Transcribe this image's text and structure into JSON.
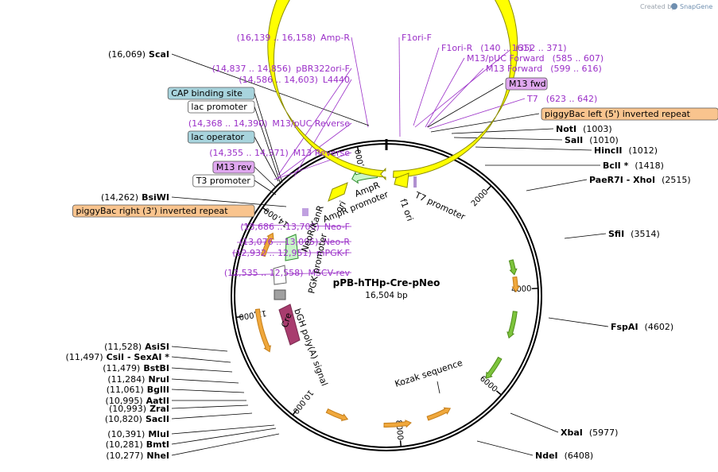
{
  "credit": {
    "text": "Created by",
    "brand": "SnapGene"
  },
  "plasmid": {
    "name": "pPB-hTHp-Cre-pNeo",
    "length_label": "16,504 bp"
  },
  "ticks": [
    {
      "label": "2000",
      "bp": 2000
    },
    {
      "label": "4000",
      "bp": 4000
    },
    {
      "label": "6000",
      "bp": 6000
    },
    {
      "label": "8000",
      "bp": 8000
    },
    {
      "label": "10,000",
      "bp": 10000
    },
    {
      "label": "12,000",
      "bp": 12000
    },
    {
      "label": "14,000",
      "bp": 14000
    },
    {
      "label": "16,000",
      "bp": 16000
    }
  ],
  "left_labels": [
    {
      "range": "(16,139 .. 16,158)",
      "name": "Amp-R",
      "kind": "primer"
    },
    {
      "range": "(16,069)",
      "name": "ScaI",
      "kind": "enzyme"
    },
    {
      "range": "(14,837 .. 14,856)",
      "name": "pBR322ori-F",
      "kind": "primer"
    },
    {
      "range": "(14,586 .. 14,603)",
      "name": "L4440",
      "kind": "primer"
    },
    {
      "range": "",
      "name": "CAP binding site",
      "kind": "box-teal"
    },
    {
      "range": "",
      "name": "lac promoter",
      "kind": "box-white"
    },
    {
      "range": "(14,368 .. 14,390)",
      "name": "M13/pUC Reverse",
      "kind": "primer"
    },
    {
      "range": "",
      "name": "lac operator",
      "kind": "box-teal"
    },
    {
      "range": "(14,355 .. 14,371)",
      "name": "M13 Reverse",
      "kind": "primer"
    },
    {
      "range": "",
      "name": "M13 rev",
      "kind": "box-violet"
    },
    {
      "range": "",
      "name": "T3 promoter",
      "kind": "box-white"
    },
    {
      "range": "(14,262)",
      "name": "BsiWI",
      "kind": "enzyme"
    },
    {
      "range": "",
      "name": "piggyBac right (3') inverted repeat",
      "kind": "box-orange"
    },
    {
      "range": "(13,686 .. 13,705)",
      "name": "Neo-F",
      "kind": "primer"
    },
    {
      "range": "(13,076 .. 13,095)",
      "name": "Neo-R",
      "kind": "primer"
    },
    {
      "range": "(12,932 .. 12,951)",
      "name": "mPGK-F",
      "kind": "primer"
    },
    {
      "range": "(12,535 .. 12,558)",
      "name": "MSCV-rev",
      "kind": "primer"
    },
    {
      "range": "(11,528)",
      "name": "AsiSI",
      "kind": "enzyme"
    },
    {
      "range": "(11,497)",
      "name": "CsiI  - SexAI *",
      "kind": "enzyme"
    },
    {
      "range": "(11,479)",
      "name": "BstBI",
      "kind": "enzyme"
    },
    {
      "range": "(11,284)",
      "name": "NruI",
      "kind": "enzyme"
    },
    {
      "range": "(11,061)",
      "name": "BglII",
      "kind": "enzyme"
    },
    {
      "range": "(10,995)",
      "name": "AatII",
      "kind": "enzyme"
    },
    {
      "range": "(10,993)",
      "name": "ZraI",
      "kind": "enzyme"
    },
    {
      "range": "(10,820)",
      "name": "SacII",
      "kind": "enzyme"
    },
    {
      "range": "(10,391)",
      "name": "MluI",
      "kind": "enzyme"
    },
    {
      "range": "(10,281)",
      "name": "BmtI",
      "kind": "enzyme"
    },
    {
      "range": "(10,277)",
      "name": "NheI",
      "kind": "enzyme"
    }
  ],
  "right_labels": [
    {
      "name": "F1ori-F",
      "range": "",
      "kind": "primer"
    },
    {
      "name": "F1ori-R",
      "range": "(140 .. 161)",
      "kind": "primer"
    },
    {
      "name": "",
      "range": "(352 .. 371)",
      "kind": "primer"
    },
    {
      "name": "M13/pUC Forward",
      "range": "(585 .. 607)",
      "kind": "primer"
    },
    {
      "name": "M13 Forward",
      "range": "(599 .. 616)",
      "kind": "primer"
    },
    {
      "name": "M13 fwd",
      "range": "",
      "kind": "box-violet"
    },
    {
      "name": "T7",
      "range": "(623 .. 642)",
      "kind": "primer"
    },
    {
      "name": "piggyBac left (5') inverted repeat",
      "range": "",
      "kind": "box-orange"
    },
    {
      "name": "NotI",
      "range": "(1003)",
      "kind": "enzyme"
    },
    {
      "name": "SalI",
      "range": "(1010)",
      "kind": "enzyme"
    },
    {
      "name": "HincII",
      "range": "(1012)",
      "kind": "enzyme"
    },
    {
      "name": "BclI *",
      "range": "(1418)",
      "kind": "enzyme"
    },
    {
      "name": "PaeR7I  - XhoI",
      "range": "(2515)",
      "kind": "enzyme"
    },
    {
      "name": "SfiI",
      "range": "(3514)",
      "kind": "enzyme"
    },
    {
      "name": "FspAI",
      "range": "(4602)",
      "kind": "enzyme"
    },
    {
      "name": "XbaI",
      "range": "(5977)",
      "kind": "enzyme"
    },
    {
      "name": "NdeI",
      "range": "(6408)",
      "kind": "enzyme"
    }
  ],
  "inner_features": [
    {
      "name": "T7 promoter"
    },
    {
      "name": "f1 ori"
    },
    {
      "name": "AmpR"
    },
    {
      "name": "AmpR promoter"
    },
    {
      "name": "ori"
    },
    {
      "name": "NeoR/KanR"
    },
    {
      "name": "PGK promoter"
    },
    {
      "name": "bGH poly(A) signal"
    },
    {
      "name": "Cre"
    },
    {
      "name": "Kozak sequence"
    }
  ],
  "colors": {
    "primer": "#9b30c8",
    "enzyme": "#000000",
    "teal_box": "#a8d4dd",
    "violet_box": "#e0a8f0",
    "orange_box": "#f9c48e",
    "amp": "#ffff00",
    "neo": "#c8f5c8",
    "cre": "#a83c6e",
    "orange_feature": "#f0a83c",
    "green_feature": "#7dc43c"
  }
}
